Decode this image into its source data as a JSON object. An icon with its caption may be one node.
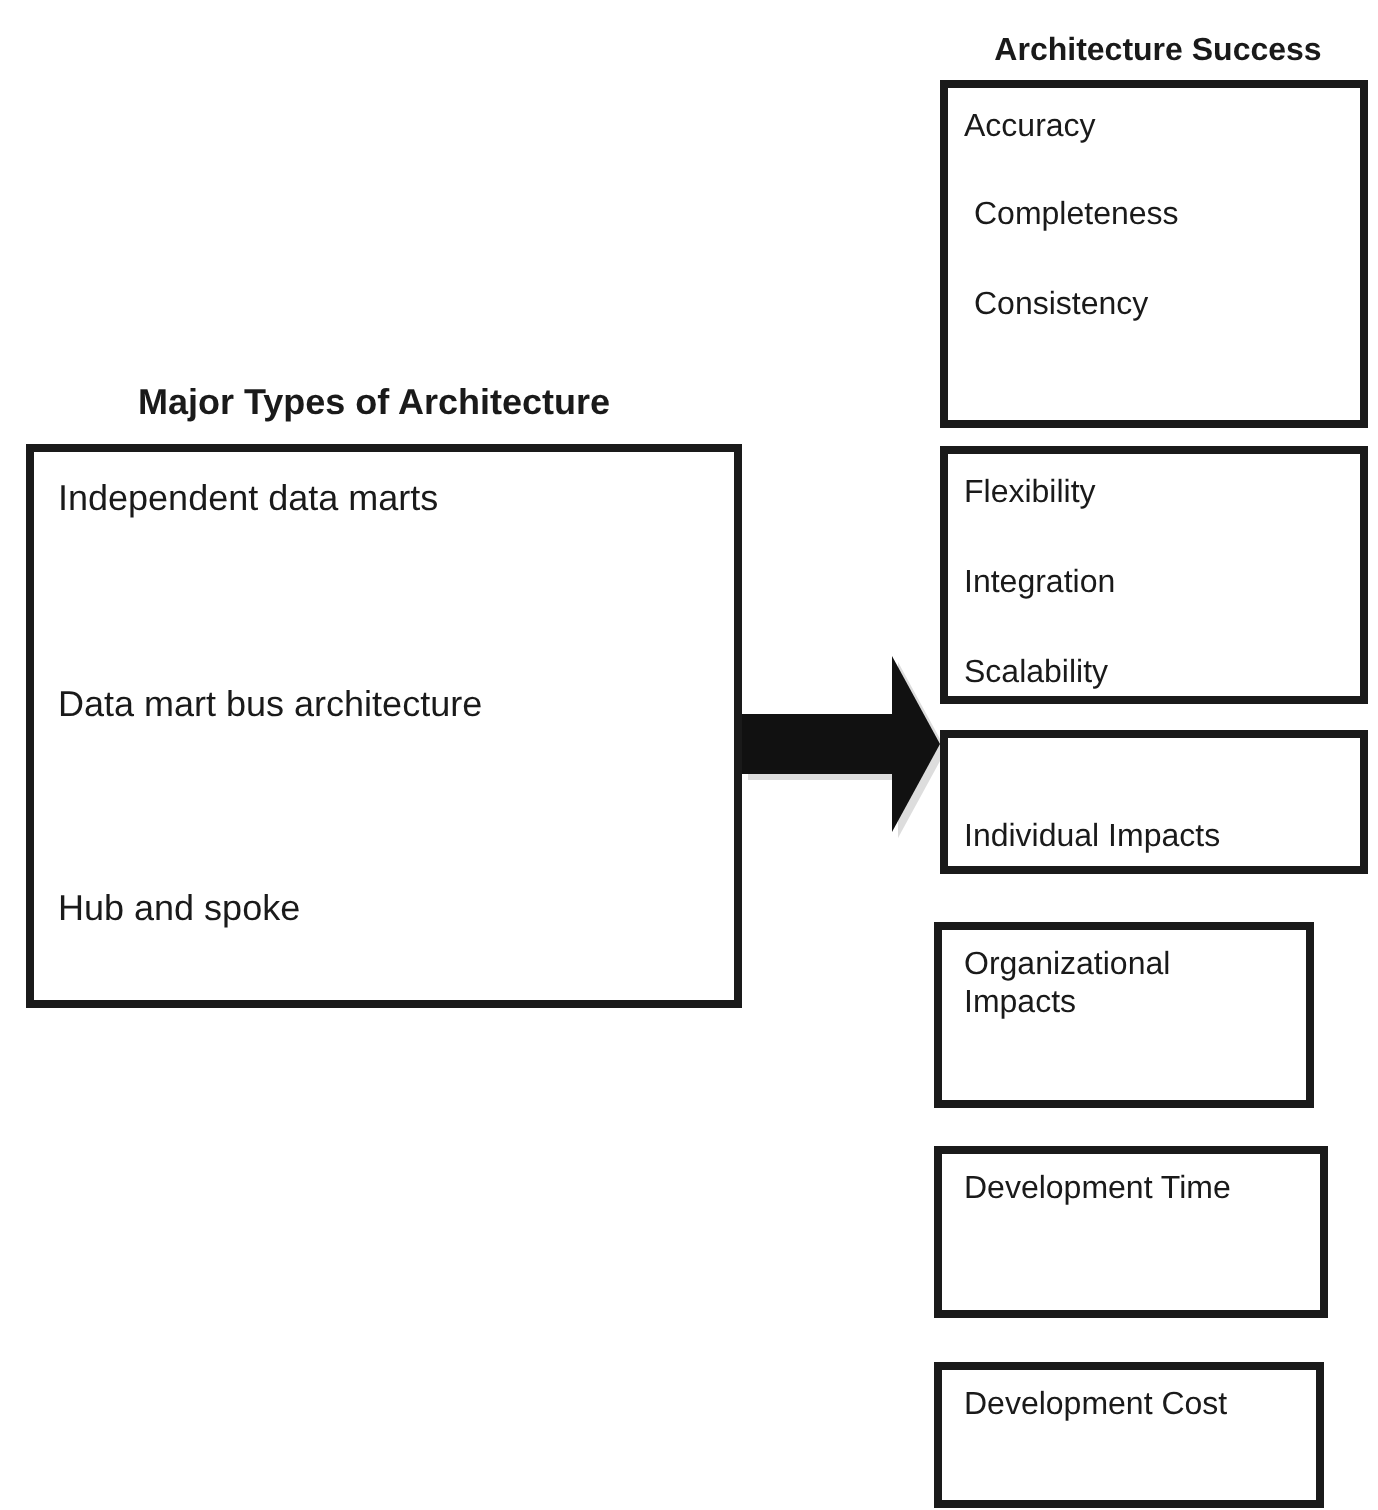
{
  "diagram": {
    "nodes": [
      {
        "text": [
          "Major Types of Architecture",
          "Independent data marts",
          "Data mart bus architecture",
          "Hub and spoke"
        ]
      },
      {
        "text": [
          "Architecture Success",
          "Accuracy",
          "Completeness",
          "Consistency"
        ]
      },
      {
        "text": [
          "Flexibility",
          "Integration",
          "Scalability"
        ]
      },
      {
        "text": [
          "Individual Impacts"
        ]
      },
      {
        "text": [
          "Organizational Impacts"
        ]
      },
      {
        "text": [
          "Development Time"
        ]
      },
      {
        "text": [
          "Development Cost"
        ]
      }
    ],
    "edges": [
      {
        "from": 0,
        "to": 3,
        "arrow": "to"
      }
    ]
  }
}
